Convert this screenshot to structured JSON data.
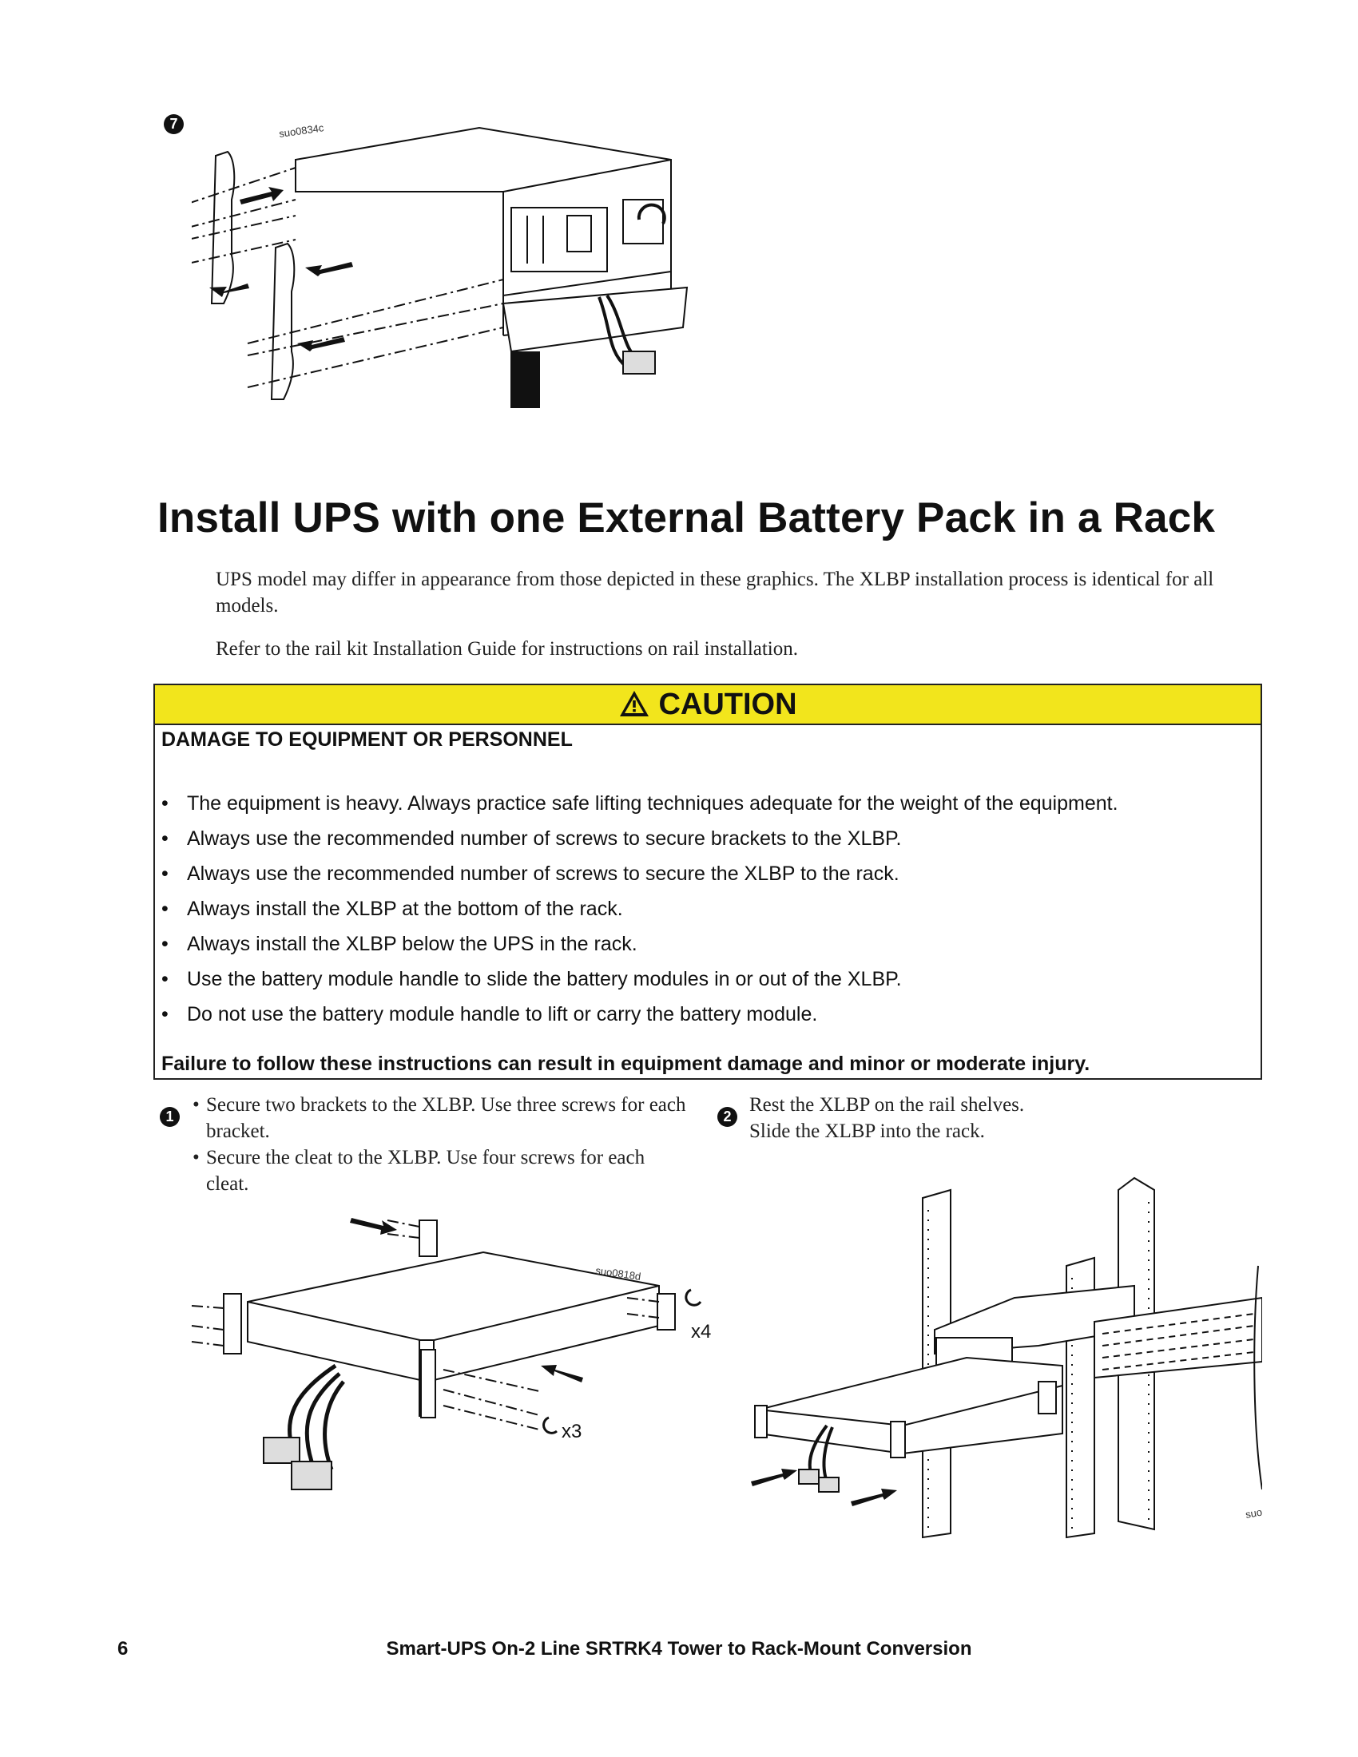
{
  "figures": {
    "top": {
      "step": "7",
      "code": "suo0834c"
    },
    "step1": {
      "code": "suo0818d",
      "screws_bracket": "x3",
      "screws_cleat": "x4"
    },
    "step2": {
      "code": "suo"
    }
  },
  "section": {
    "heading": "Install UPS with one External Battery Pack in a Rack",
    "intro": [
      "UPS model may differ in appearance from those depicted in these graphics. The XLBP installation process is identical for all models.",
      "Refer to the rail kit Installation Guide for instructions on rail installation."
    ]
  },
  "caution": {
    "label": "CAUTION",
    "subtitle": "DAMAGE TO EQUIPMENT OR PERSONNEL",
    "items": [
      "The equipment is heavy. Always practice safe lifting techniques adequate for the weight of the equipment.",
      "Always use the recommended number of screws to secure brackets to the XLBP.",
      "Always use the recommended number of screws to secure the XLBP to the rack.",
      "Always install the XLBP at the bottom of the rack.",
      "Always install the XLBP below the UPS in the rack.",
      "Use the battery module handle to slide the battery modules in or out of the XLBP.",
      "Do not use the battery module handle to lift or carry the battery module."
    ],
    "footer": "Failure to follow these instructions can result in equipment damage and minor or moderate injury."
  },
  "steps": [
    {
      "number": "1",
      "bullets": [
        "Secure two brackets to the XLBP. Use three screws for each bracket.",
        "Secure the cleat to the XLBP. Use four screws for each cleat."
      ]
    },
    {
      "number": "2",
      "lines": [
        "Rest the XLBP on the rail shelves.",
        "Slide the XLBP into the rack."
      ]
    }
  ],
  "footer": {
    "page": "6",
    "title": "Smart-UPS On-2 Line SRTRK4 Tower to Rack-Mount Conversion"
  },
  "colors": {
    "caution_yellow": "#f2e51c",
    "text": "#111111"
  },
  "icons": [
    "warning-triangle-icon",
    "rotate-arrow-icon",
    "arrow-icon"
  ]
}
